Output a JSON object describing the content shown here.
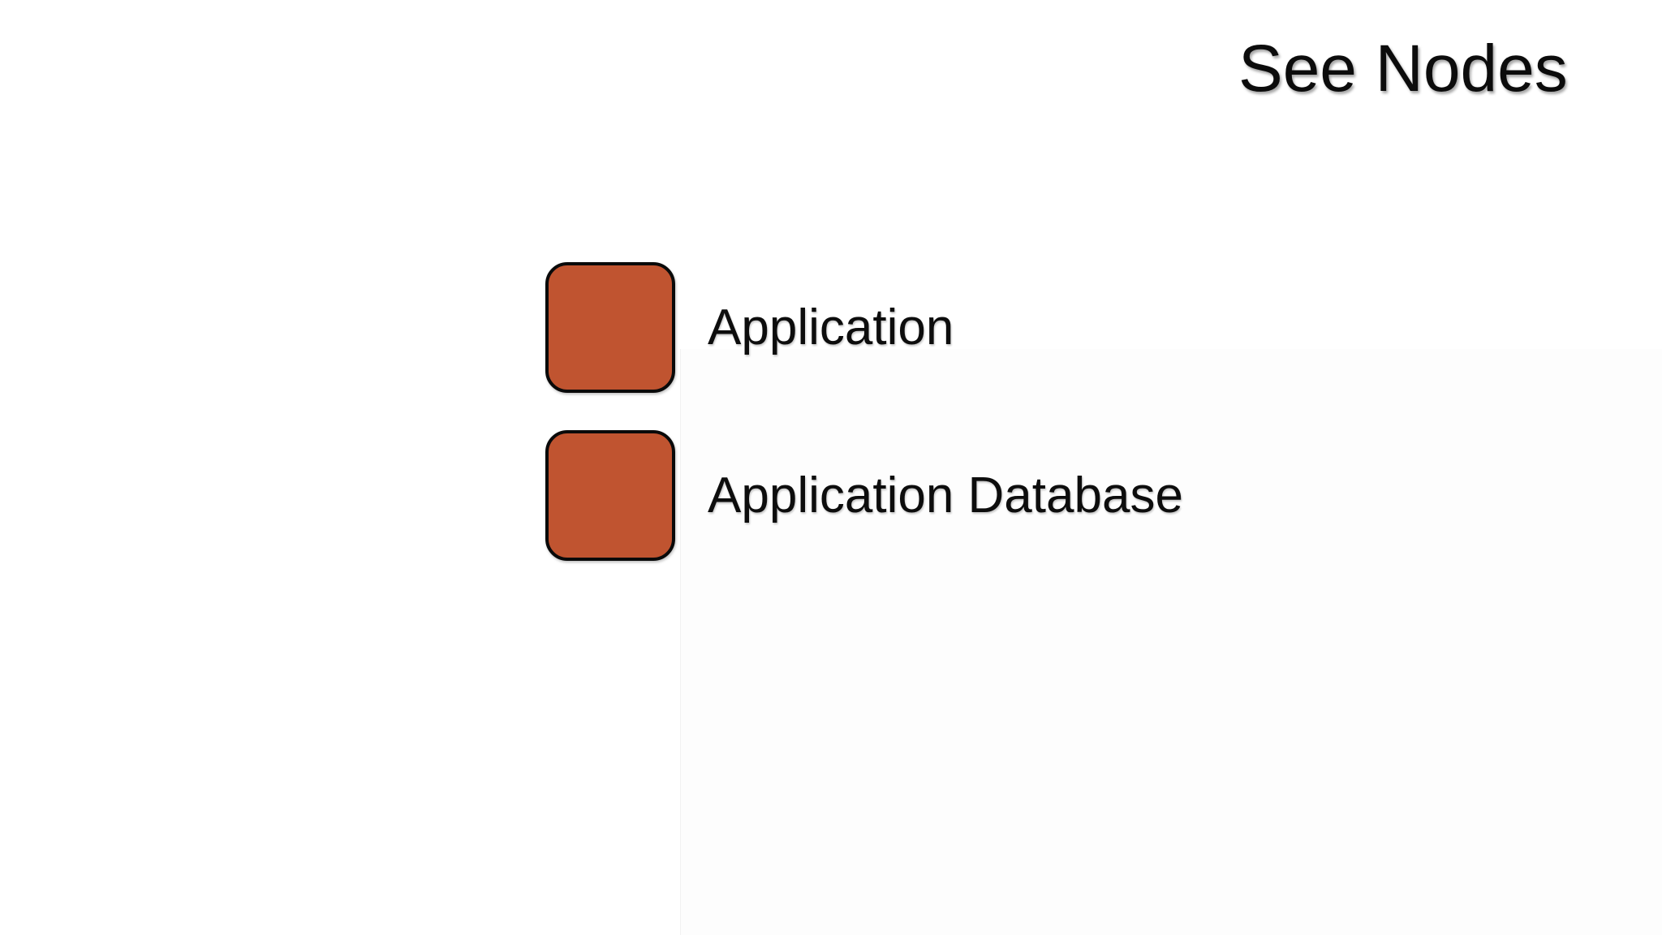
{
  "page": {
    "title": "See Nodes",
    "background_color": "#ffffff",
    "title_color": "#0c0c0c"
  },
  "legend": {
    "items": [
      {
        "label": "Application",
        "swatch_color": "#c05430",
        "swatch_border_color": "#0a0a0a",
        "swatch_shape": "rounded-square"
      },
      {
        "label": "Application Database",
        "swatch_color": "#c05430",
        "swatch_border_color": "#0a0a0a",
        "swatch_shape": "rounded-square"
      }
    ]
  }
}
